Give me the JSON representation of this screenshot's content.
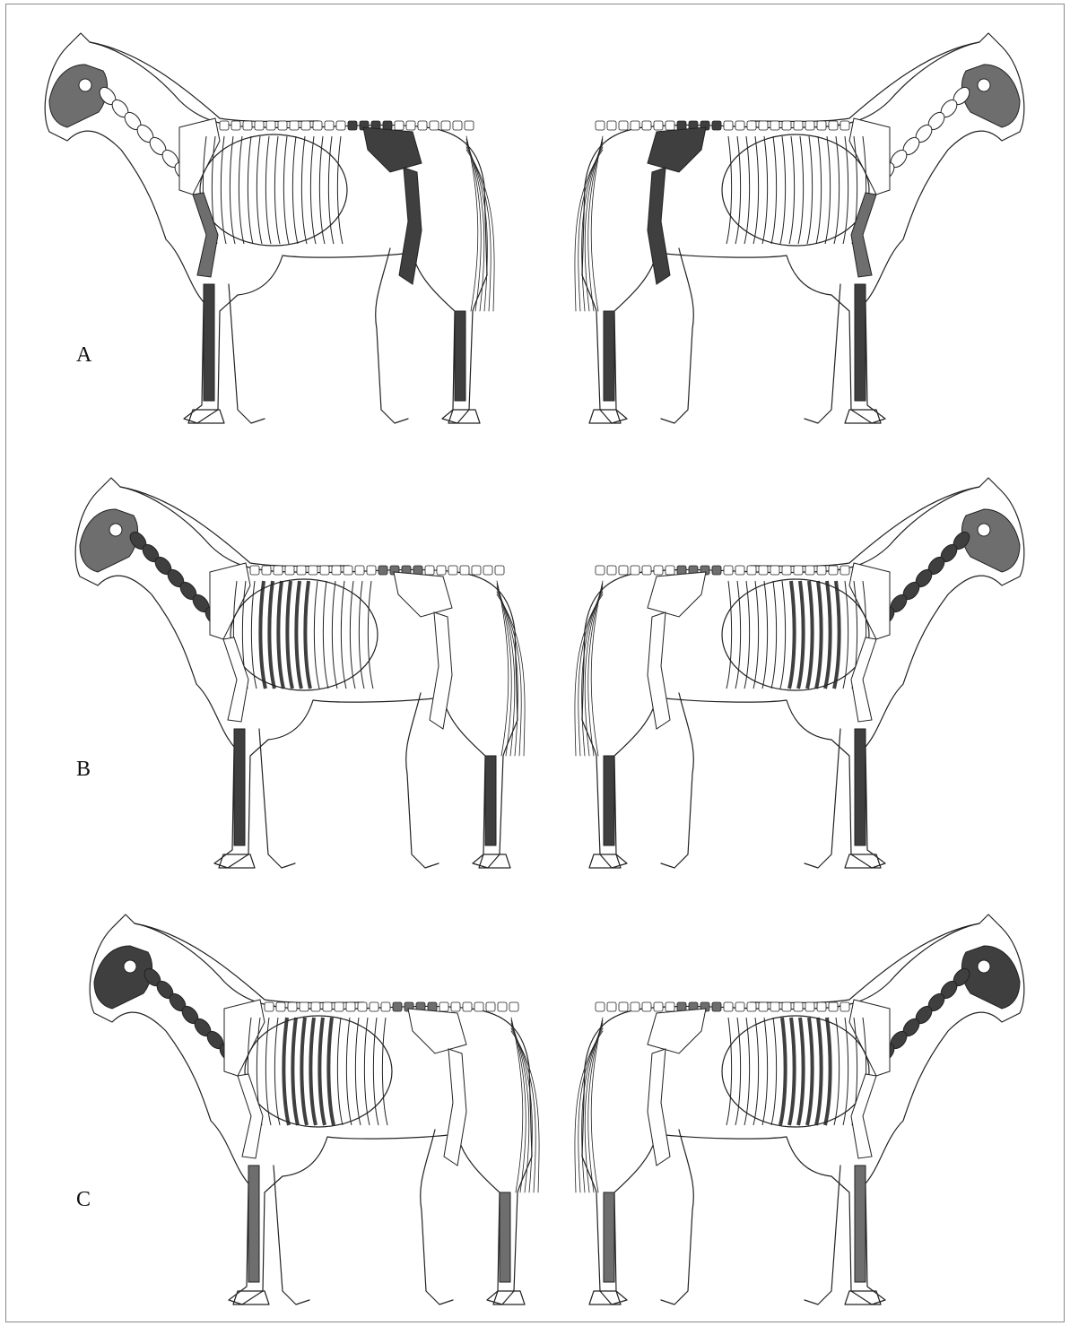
{
  "rows": [
    {
      "label": "A"
    },
    {
      "label": "B"
    },
    {
      "label": "C"
    }
  ],
  "colors": {
    "outline": "#222222",
    "bone_fill": "#ffffff",
    "shade_dark": "#3f3f3f",
    "shade_mid": "#6e6e6e",
    "frame": "#8a8a8a"
  }
}
